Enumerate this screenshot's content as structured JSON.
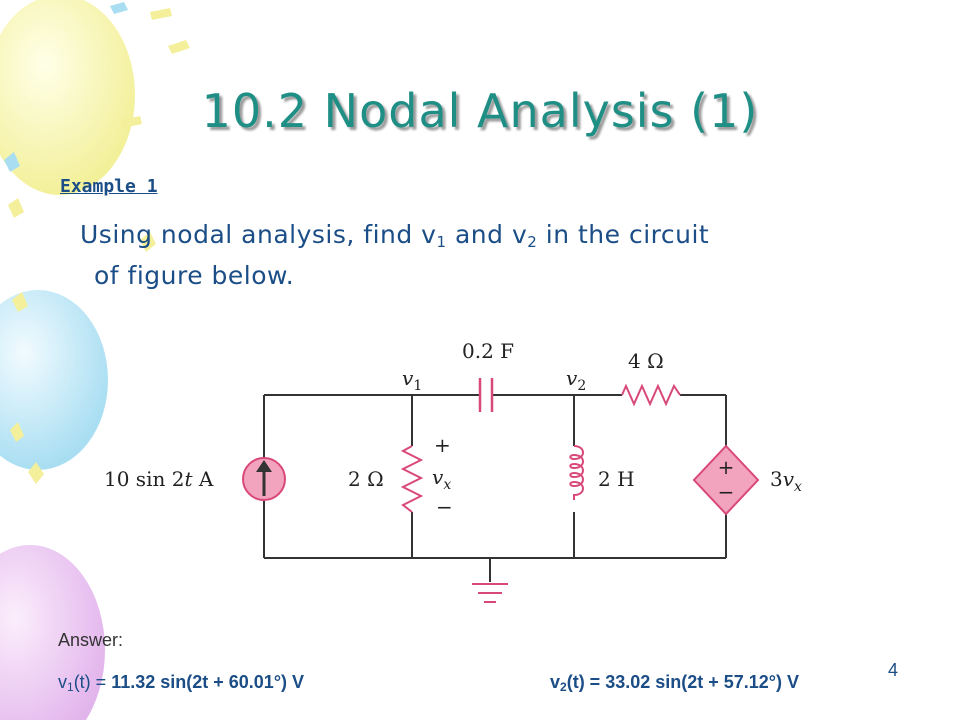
{
  "slide": {
    "title": "10.2 Nodal Analysis (1)",
    "example_label": "Example 1",
    "prompt": {
      "p1": "Using nodal analysis, find v",
      "sub1": "1",
      "p2": " and v",
      "sub2": "2",
      "p3": " in the circuit",
      "p4": "of figure below."
    },
    "slide_number": "4"
  },
  "circuit": {
    "node1_label": "v",
    "node1_sub": "1",
    "node2_label": "v",
    "node2_sub": "2",
    "capacitor_label": "0.2 F",
    "resistor_top_label": "4 Ω",
    "source_label_a": "10 sin 2",
    "source_label_t": "t",
    "source_label_b": " A",
    "resistor_left_label": "2 Ω",
    "vx_plus": "+",
    "vx_label": "v",
    "vx_sub": "x",
    "vx_minus": "−",
    "inductor_label": "2 H",
    "dep_plus": "+",
    "dep_minus": "−",
    "dep_label_a": "3",
    "dep_label_v": "v",
    "dep_label_sub": "x",
    "colors": {
      "wire": "#333333",
      "component": "#d9487a",
      "source_fill": "#f2a3bd"
    }
  },
  "answer": {
    "label": "Answer:",
    "v1_var": "v",
    "v1_sub": "1",
    "v1_arg": "(t) = ",
    "v1_expr": "11.32 sin(2t + 60.01°) V",
    "v2_var": "v",
    "v2_sub": "2",
    "v2_arg": "(t) = ",
    "v2_expr": "33.02 sin(2t + 57.12°) V"
  }
}
